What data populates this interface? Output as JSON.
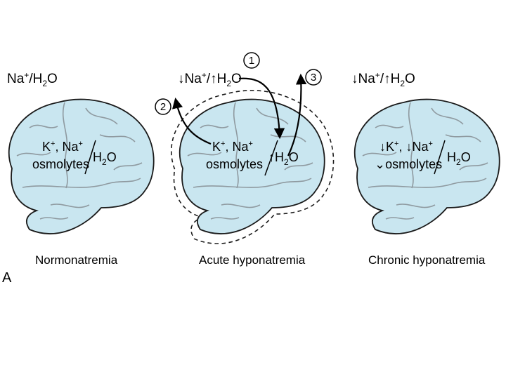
{
  "panel_letter": "A",
  "panels": [
    {
      "caption": "Normonatremia",
      "extracellular": {
        "prefix": "",
        "ion": "Na",
        "sep": "/",
        "water_arrow": "",
        "water": "H",
        "water_sub": "2",
        "water_o": "O"
      },
      "intracellular": {
        "k": "K",
        "k_arrow": "",
        "na": "Na",
        "na_arrow": "",
        "osmolytes": "osmolytes",
        "osm_arrow": "",
        "water_arrow": "",
        "water": "H",
        "water_sub": "2",
        "water_o": "O"
      }
    },
    {
      "caption": "Acute hyponatremia",
      "extracellular": {
        "prefix": "↓",
        "ion": "Na",
        "sep": "/",
        "water_arrow": "↑",
        "water": "H",
        "water_sub": "2",
        "water_o": "O"
      },
      "intracellular": {
        "k": "K",
        "k_arrow": "",
        "na": "Na",
        "na_arrow": "",
        "osmolytes": "osmolytes",
        "osm_arrow": "",
        "water_arrow": "↑",
        "water": "H",
        "water_sub": "2",
        "water_o": "O"
      },
      "steps": [
        "1",
        "2",
        "3"
      ]
    },
    {
      "caption": "Chronic hyponatremia",
      "extracellular": {
        "prefix": "↓",
        "ion": "Na",
        "sep": "/",
        "water_arrow": "↑",
        "water": "H",
        "water_sub": "2",
        "water_o": "O"
      },
      "intracellular": {
        "k": "K",
        "k_arrow": "↓",
        "na": "Na",
        "na_arrow": "↓",
        "osmolytes": "osmolytes",
        "osm_arrow": "⌄",
        "water_arrow": "",
        "water": "H",
        "water_sub": "2",
        "water_o": "O"
      }
    }
  ],
  "charges": {
    "plus": "+",
    "comma": ", "
  },
  "colors": {
    "brain_fill": "#c9e6f0",
    "brain_stroke": "#1a1a1a",
    "sulci": "#8f9aa0",
    "ink": "#000000"
  }
}
